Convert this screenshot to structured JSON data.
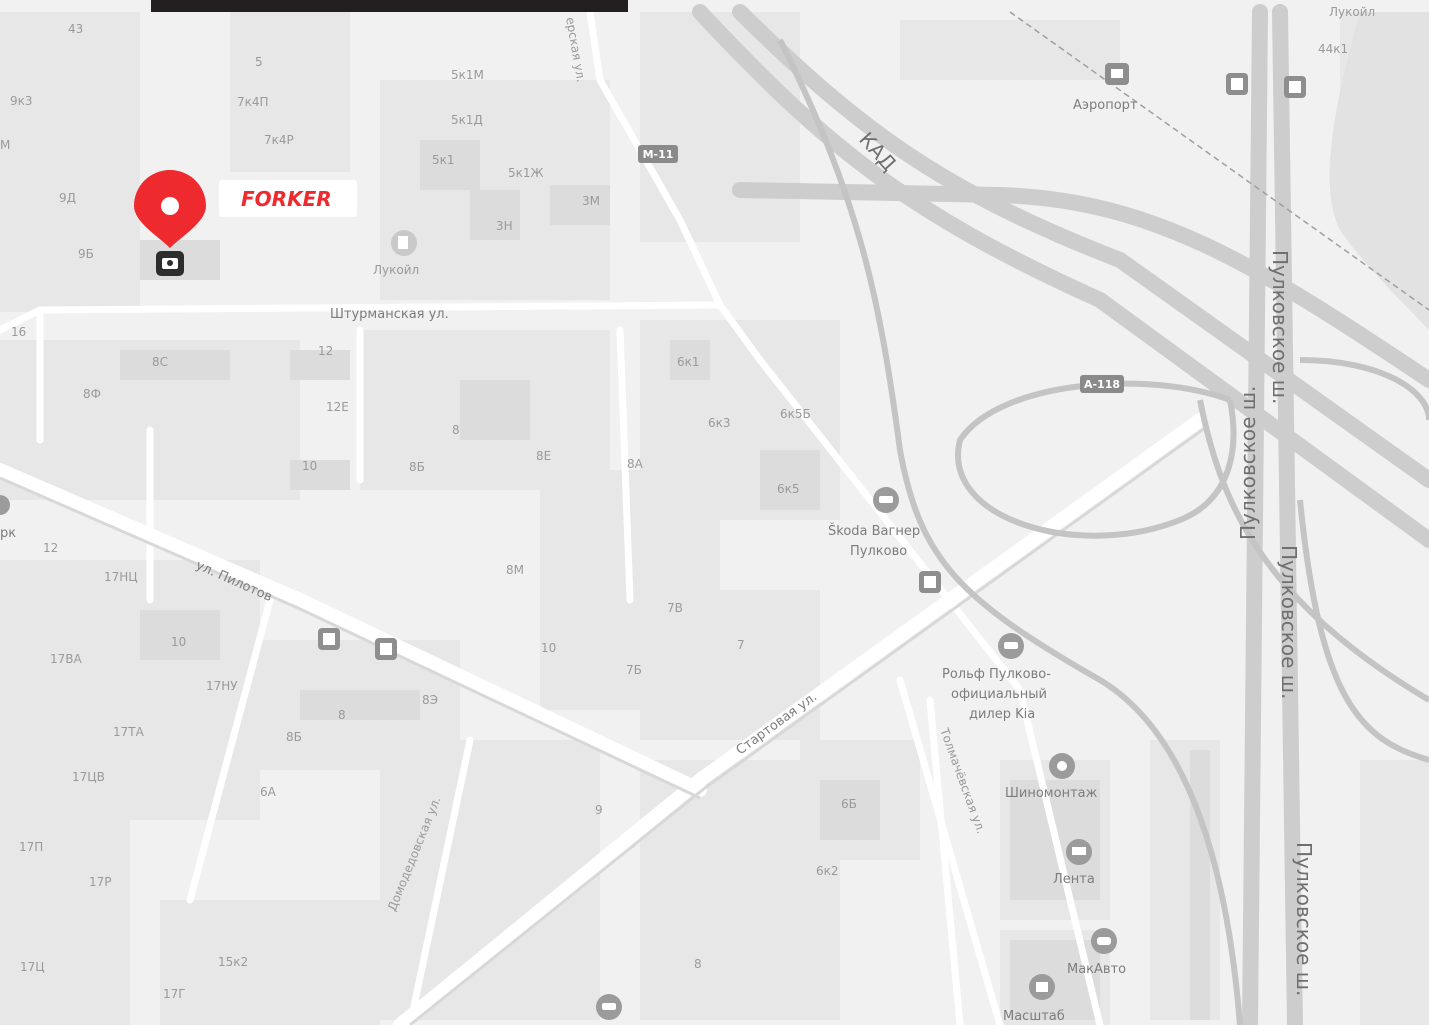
{
  "brand": {
    "name": "FORKER",
    "color": "#ee2a2f"
  },
  "roads": {
    "kad": "КАД",
    "m11": "М-11",
    "a118": "А-118",
    "shturmanskaya": "Штурманская ул.",
    "pilotov": "ул. Пилотов",
    "startovaya": "Стартовая ул.",
    "domodedovskaya": "Домодедовская ул.",
    "tolmachevskaya": "Толмачёвская ул.",
    "pulkovskoe1": "Пулковское ш.",
    "pulkovskoe2": "Пулковское ш.",
    "pulkovskoe3": "Пулковское ш.",
    "pulkovskoe4": "Пулковское ш.",
    "top_street": "ерская ул."
  },
  "pois": {
    "airport": "Аэропорт",
    "lukoil": "Лукойл",
    "skoda1": "Škoda Вагнер",
    "skoda2": "Пулково",
    "rolf1": "Рольф Пулково-",
    "rolf2": "официальный",
    "rolf3": "дилер Kia",
    "shinomontazh": "Шиномонтаж",
    "lenta": "Лента",
    "makavto": "МакАвто",
    "masshtab": "Масштаб",
    "park_fragment": "рк",
    "lukoil_top": "Лукойл"
  },
  "buildings": {
    "b43": "43",
    "b5": "5",
    "b9k3": "9к3",
    "b7k4p1": "7к4П",
    "b7k4r": "7к4Р",
    "bM": "М",
    "b9d": "9Д",
    "b9b": "9Б",
    "b5k1m": "5к1М",
    "b5k1d": "5к1Д",
    "b5k1": "5к1",
    "b5k1zh": "5к1Ж",
    "b3m": "3М",
    "b3n": "3Н",
    "b16": "16",
    "b8s": "8С",
    "b12a": "12",
    "b8f": "8Ф",
    "b12e": "12Е",
    "b10a": "10",
    "b8b1": "8Б",
    "b8a1": "8",
    "b8e": "8Е",
    "b8a2": "8А",
    "b6k1": "6к1",
    "b6k3": "6к3",
    "b6k5b": "6к5Б",
    "b6k5": "6к5",
    "b12b": "12",
    "b17nc": "17НЦ",
    "b10b": "10",
    "b17va": "17ВА",
    "b17nu": "17НУ",
    "b17ta": "17ТА",
    "b17cv": "17ЦВ",
    "b6a": "6А",
    "b8b2": "8",
    "b8b3": "8Б",
    "b8e2": "8Э",
    "b8m": "8М",
    "b7v": "7В",
    "b10c": "10",
    "b7b": "7Б",
    "b7": "7",
    "b9": "9",
    "b6b": "6Б",
    "b6k2": "6к2",
    "b8c": "8",
    "b17p": "17П",
    "b17r": "17Р",
    "b17c": "17Ц",
    "b15k2": "15к2",
    "b17g": "17Г",
    "b44k1": "44к1"
  }
}
